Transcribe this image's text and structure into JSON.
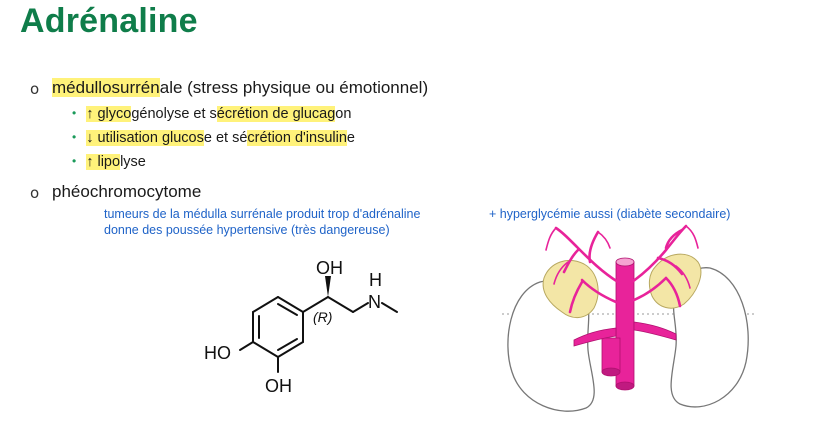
{
  "title": "Adrénaline",
  "item1": {
    "parts": [
      "médullosurrén",
      "ale (stress physique ou émotionnel)"
    ]
  },
  "subitems": [
    {
      "a": "↑ glyco",
      "b": "génolyse et s",
      "c": "écrétion de glucag",
      "d": "on"
    },
    {
      "a": "↓ utilisation glucos",
      "b": "e et sé",
      "c": "crétion d'insulin",
      "d": "e"
    },
    {
      "a": "↑ lipo",
      "b": "lyse",
      "c": "",
      "d": ""
    }
  ],
  "item2": {
    "label": "phéochromocytome"
  },
  "notes": {
    "left_line1": "tumeurs de la médulla surrénale produit trop d'adrénaline",
    "left_line2": "donne des poussée hypertensive (très dangereuse)",
    "right": "+ hyperglycémie aussi (diabète secondaire)"
  },
  "molecule": {
    "oh_top": "OH",
    "nh": "N",
    "h": "H",
    "stereo": "(R)",
    "ho_left": "HO",
    "oh_bottom": "OH"
  },
  "colors": {
    "title": "#0f7d4a",
    "highlight": "#fff27a",
    "note_blue": "#1f63c8",
    "vessels": "#e8239a",
    "adrenal": "#f3e6a6"
  }
}
